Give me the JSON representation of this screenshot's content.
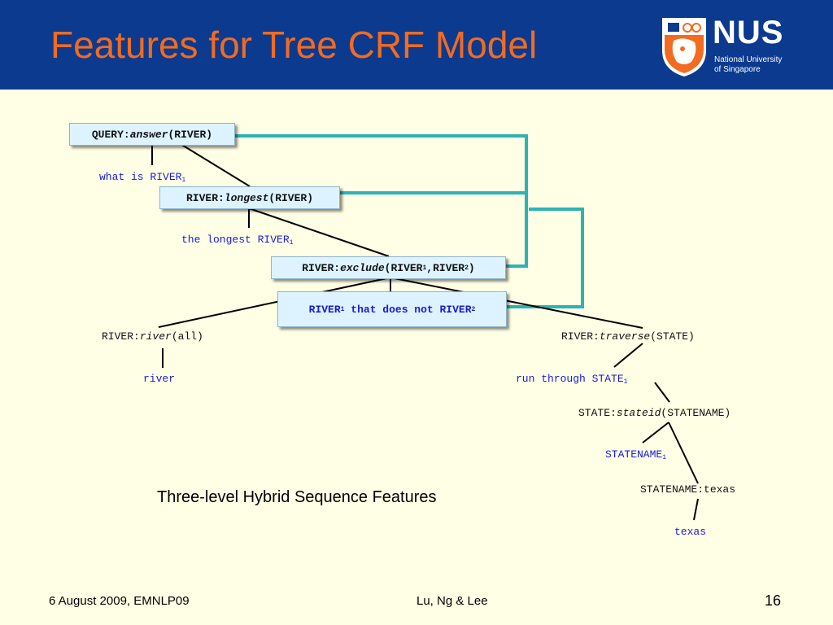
{
  "header": {
    "title": "Features for Tree CRF Model",
    "background_color": "#0B3A8F",
    "title_color": "#F26B21"
  },
  "logo": {
    "name": "NUS",
    "subtitle_line1": "National University",
    "subtitle_line2": "of Singapore"
  },
  "diagram": {
    "line_color": "#2DB3B3",
    "nodes": {
      "query": {
        "prefix": "QUERY:",
        "func": "answer",
        "args": "(RIVER)"
      },
      "longest": {
        "prefix": "RIVER:",
        "func": "longest",
        "args": "(RIVER)"
      },
      "exclude": {
        "prefix": "RIVER:",
        "func": "exclude",
        "a1": "(RIVER",
        "s1": "1",
        "a2": ",RIVER",
        "s2": "2",
        "a3": ")"
      },
      "river": {
        "prefix": "RIVER:",
        "func": "river",
        "args": "(all)"
      },
      "traverse": {
        "prefix": "RIVER:",
        "func": "traverse",
        "args": "(STATE)"
      },
      "stateid": {
        "prefix": "STATE:",
        "func": "stateid",
        "args": "(STATENAME)"
      },
      "statename_leaf": {
        "text": "STATENAME:texas"
      }
    },
    "phrases": {
      "what_is": {
        "text": "what is RIVER",
        "sub": "1"
      },
      "the_longest": {
        "text": "the longest RIVER",
        "sub": "1"
      },
      "does_not": {
        "t1": "RIVER",
        "s1": "1",
        "t2": " that does not RIVER",
        "s2": "2"
      },
      "river": {
        "text": "river"
      },
      "run_through": {
        "text": "run through STATE",
        "sub": "1"
      },
      "statename": {
        "text": "STATENAME",
        "sub": "1"
      },
      "texas": {
        "text": "texas"
      }
    }
  },
  "caption": "Three-level Hybrid Sequence Features",
  "footer": {
    "left": "6 August 2009, EMNLP09",
    "center": "Lu, Ng & Lee",
    "page": "16"
  }
}
